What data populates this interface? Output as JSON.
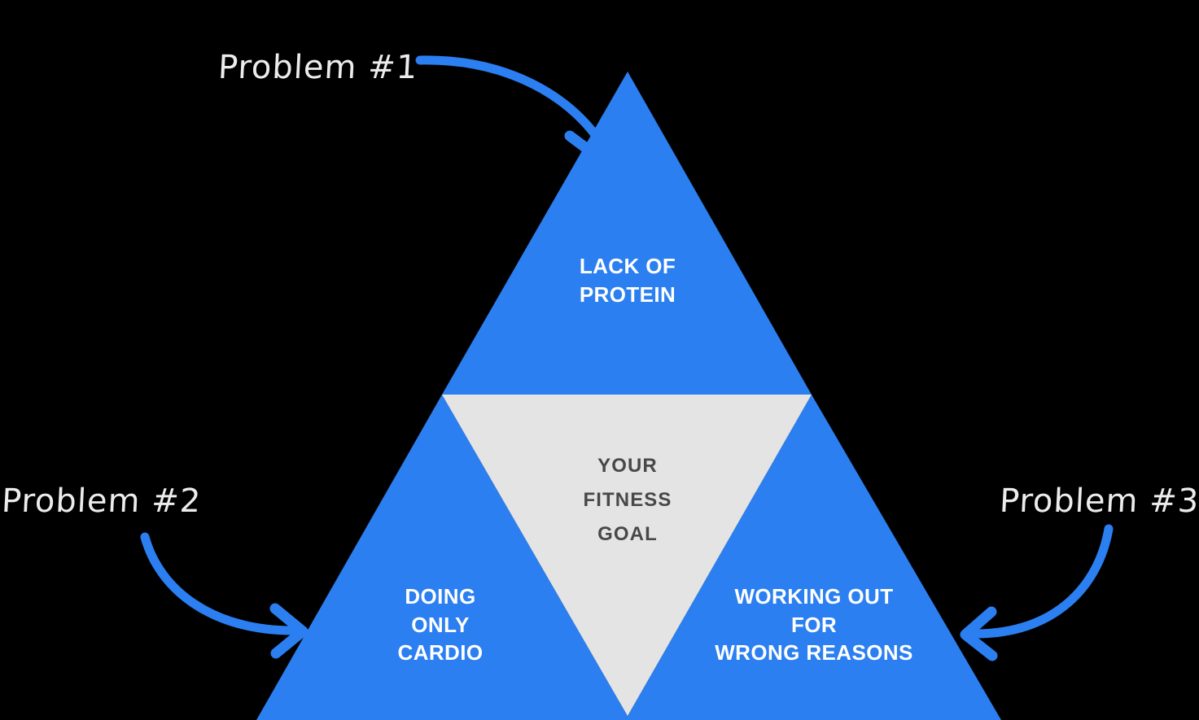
{
  "diagram": {
    "type": "triangle-segmented",
    "background_color": "#000000",
    "accent_color": "#2B7FF0",
    "center_fill_color": "#E4E4E4",
    "center_text_color": "#484848",
    "segment_text_color": "#FFFFFF",
    "callout_text_color": "#ECECEC",
    "segments": [
      {
        "id": "top",
        "position": "top",
        "label": "LACK OF\nPROTEIN",
        "fill": "#2B7FF0",
        "text_color": "#FFFFFF"
      },
      {
        "id": "center",
        "position": "center-inverted",
        "label": "YOUR\nFITNESS\nGOAL",
        "fill": "#E4E4E4",
        "text_color": "#484848"
      },
      {
        "id": "bottom-left",
        "position": "bottom-left",
        "label": "DOING\nONLY\nCARDIO",
        "fill": "#2B7FF0",
        "text_color": "#FFFFFF"
      },
      {
        "id": "bottom-right",
        "position": "bottom-right",
        "label": "WORKING OUT\nFOR\nWRONG REASONS",
        "fill": "#2B7FF0",
        "text_color": "#FFFFFF"
      }
    ],
    "callouts": [
      {
        "id": "callout-1",
        "label": "Problem #1",
        "points_to": "top",
        "arrow_direction": "down-right"
      },
      {
        "id": "callout-2",
        "label": "Problem #2",
        "points_to": "bottom-left",
        "arrow_direction": "down-right"
      },
      {
        "id": "callout-3",
        "label": "Problem #3",
        "points_to": "bottom-right",
        "arrow_direction": "down-left"
      }
    ]
  }
}
